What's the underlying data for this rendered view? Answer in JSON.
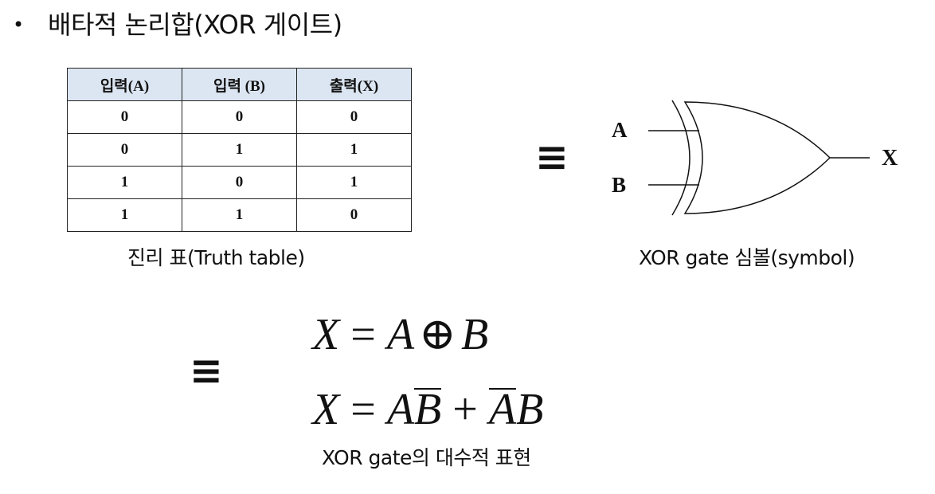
{
  "heading": {
    "bullet": "•",
    "title": "배타적 논리합(XOR 게이트)"
  },
  "truth_table": {
    "headers": [
      "입력(A)",
      "입력 (B)",
      "출력(X)"
    ],
    "rows": [
      [
        "0",
        "0",
        "0"
      ],
      [
        "0",
        "1",
        "1"
      ],
      [
        "1",
        "0",
        "1"
      ],
      [
        "1",
        "1",
        "0"
      ]
    ],
    "header_bg": "#dce6f2",
    "caption": "진리 표(Truth table)"
  },
  "equiv_symbol": "≡",
  "gate": {
    "input_a": "A",
    "input_b": "B",
    "output": "X",
    "caption": "XOR gate 심볼(symbol)"
  },
  "equations": {
    "eq1": {
      "lhs": "X",
      "equals": "=",
      "a": "A",
      "oplus": "⊕",
      "b": "B"
    },
    "eq2": {
      "lhs": "X",
      "equals": "=",
      "a": "A",
      "bbar": "B",
      "plus": "+",
      "abar": "A",
      "b": "B"
    },
    "caption": "XOR gate의 대수적 표현"
  }
}
